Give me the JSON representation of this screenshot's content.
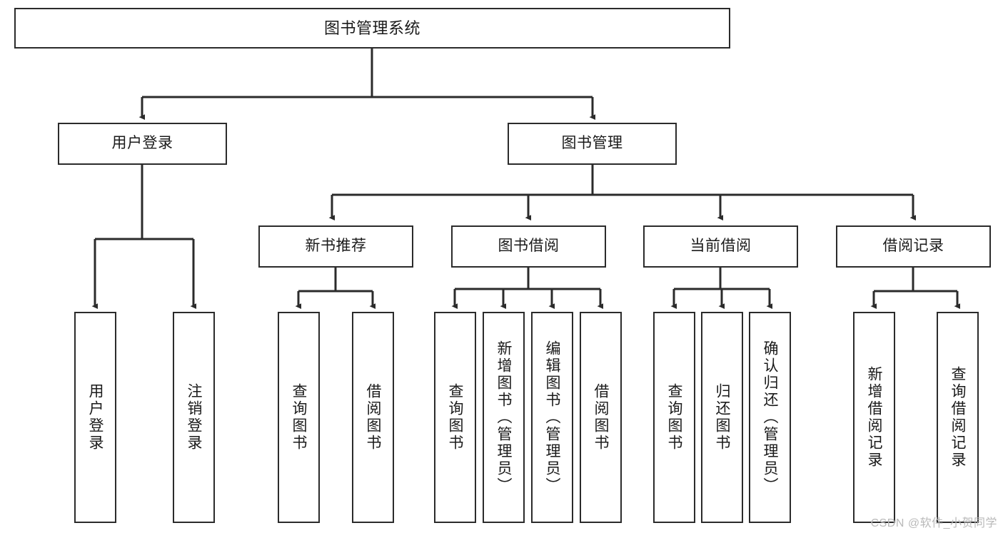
{
  "diagram": {
    "type": "tree-hierarchy",
    "root": {
      "id": "root",
      "label": "图书管理系统"
    },
    "level2": [
      {
        "id": "user-login",
        "label": "用户登录"
      },
      {
        "id": "book-manage",
        "label": "图书管理"
      }
    ],
    "level3": [
      {
        "id": "new-book-rec",
        "label": "新书推荐",
        "parent": "book-manage"
      },
      {
        "id": "book-borrow",
        "label": "图书借阅",
        "parent": "book-manage"
      },
      {
        "id": "current-borrow",
        "label": "当前借阅",
        "parent": "book-manage"
      },
      {
        "id": "borrow-record",
        "label": "借阅记录",
        "parent": "book-manage"
      }
    ],
    "leaves": [
      {
        "id": "leaf-user-login",
        "label": "用户登录",
        "parent": "user-login"
      },
      {
        "id": "leaf-logout-login",
        "label": "注销登录",
        "parent": "user-login"
      },
      {
        "id": "leaf-query-book-1",
        "label": "查询图书",
        "parent": "new-book-rec"
      },
      {
        "id": "leaf-borrow-book-1",
        "label": "借阅图书",
        "parent": "new-book-rec"
      },
      {
        "id": "leaf-query-book-2",
        "label": "查询图书",
        "parent": "book-borrow"
      },
      {
        "id": "leaf-add-book",
        "label": "新增图书（管理员）",
        "parent": "book-borrow"
      },
      {
        "id": "leaf-edit-book",
        "label": "编辑图书（管理员）",
        "parent": "book-borrow"
      },
      {
        "id": "leaf-borrow-book-2",
        "label": "借阅图书",
        "parent": "book-borrow"
      },
      {
        "id": "leaf-query-book-3",
        "label": "查询图书",
        "parent": "current-borrow"
      },
      {
        "id": "leaf-return-book",
        "label": "归还图书",
        "parent": "current-borrow"
      },
      {
        "id": "leaf-confirm-return",
        "label": "确认归还（管理员）",
        "parent": "current-borrow"
      },
      {
        "id": "leaf-add-record",
        "label": "新增借阅记录",
        "parent": "borrow-record"
      },
      {
        "id": "leaf-query-record",
        "label": "查询借阅记录",
        "parent": "borrow-record"
      }
    ]
  },
  "watermark": {
    "text": "CSDN @软件_小贺同学"
  },
  "colors": {
    "border": "#2b2b2b",
    "background": "#ffffff",
    "text": "#1a1a1a",
    "watermark": "#b9b9b9"
  }
}
